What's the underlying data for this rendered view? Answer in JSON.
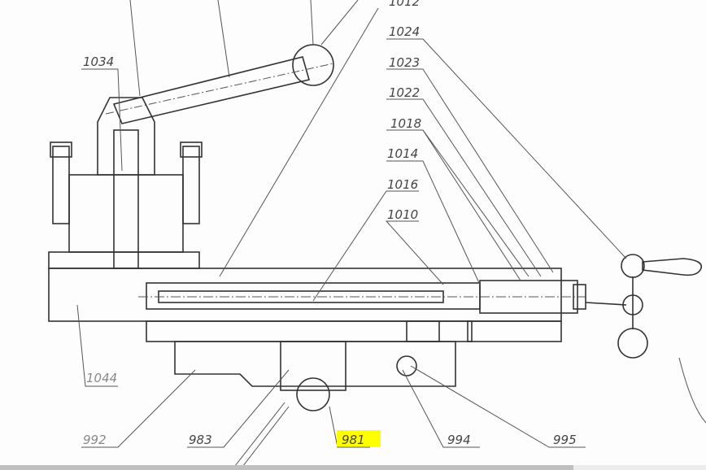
{
  "drawing": {
    "labels_top": [
      "1012",
      "1024",
      "1023",
      "1022",
      "1018",
      "1014",
      "1016",
      "1010",
      "1034"
    ],
    "labels_bottom": [
      "1044",
      "992",
      "983",
      "981",
      "994",
      "995"
    ],
    "highlighted_label": "981",
    "highlight_color": "#ffff00"
  }
}
